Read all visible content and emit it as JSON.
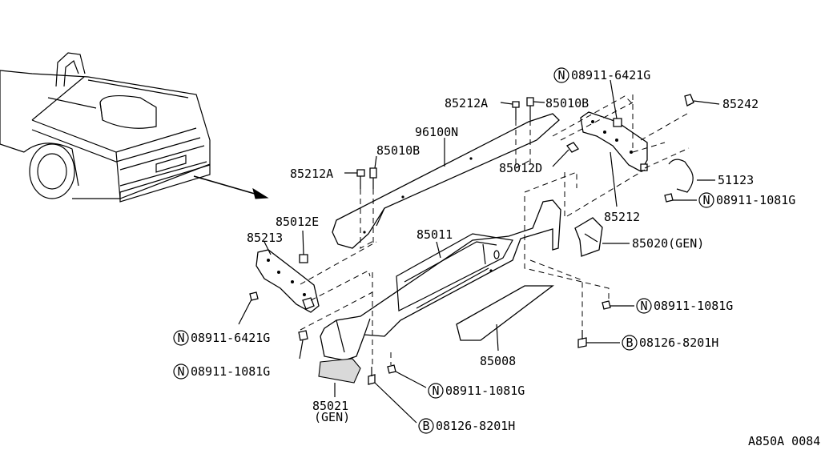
{
  "labels": {
    "n_08911_6421G_top": "08911-6421G",
    "p85212A_top": "85212A",
    "p85010B_top": "85010B",
    "p85242": "85242",
    "p96100N": "96100N",
    "p85010B_left": "85010B",
    "p85212A_left": "85212A",
    "p85012D": "85012D",
    "p51123": "51123",
    "n_08911_1081G_right": "08911-1081G",
    "p85212": "85212",
    "p85012E": "85012E",
    "p85213": "85213",
    "p85011": "85011",
    "p85020": "85020(GEN)",
    "n_08911_6421G_left": "08911-6421G",
    "n_08911_1081G_mid": "08911-1081G",
    "b_08126_8201H_right": "08126-8201H",
    "n_08911_1081G_left": "08911-1081G",
    "p85008": "85008",
    "n_08911_1081G_bottom": "08911-1081G",
    "p85021": "85021",
    "p85021_gen": "(GEN)",
    "b_08126_8201H_bottom": "08126-8201H",
    "figure_code": "A850A 0084"
  },
  "badges": {
    "nut": "N",
    "bolt": "B"
  }
}
